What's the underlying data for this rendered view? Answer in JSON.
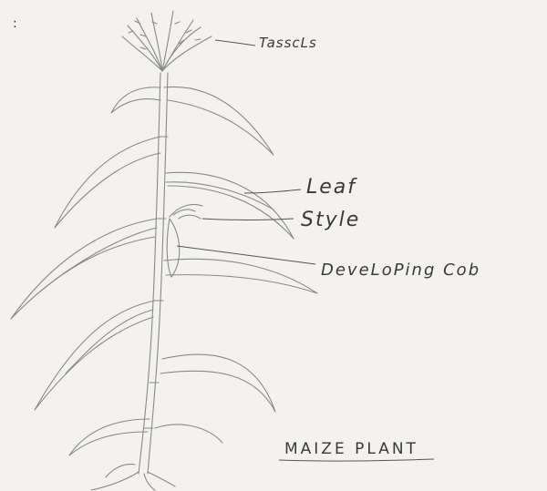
{
  "diagram": {
    "title": "MAIZE PLANT",
    "corner_mark": ":",
    "labels": {
      "tassels": "TasscLs",
      "leaf": "Leaf",
      "style": "Style",
      "developing_cob": "DeveLoPing Cob"
    },
    "colors": {
      "paper": "#f3f2ef",
      "pencil": "#8a8a86",
      "ink": "#3a3a3a"
    }
  }
}
